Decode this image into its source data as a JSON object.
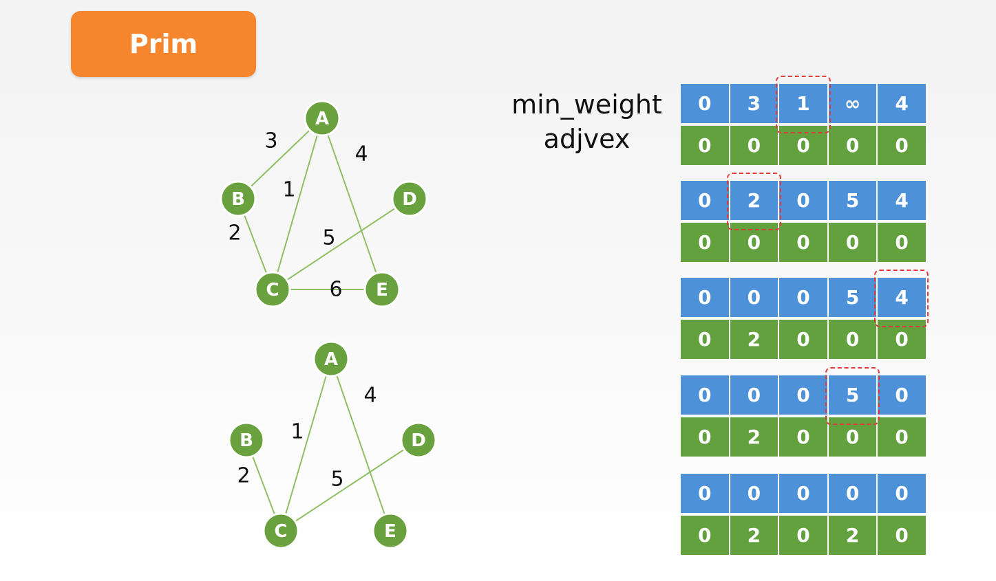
{
  "title": "Prim",
  "row_labels": [
    "min_weight",
    "adjvex"
  ],
  "graph_top": {
    "nodes": [
      {
        "id": "A",
        "label": "A"
      },
      {
        "id": "B",
        "label": "B"
      },
      {
        "id": "C",
        "label": "C"
      },
      {
        "id": "D",
        "label": "D"
      },
      {
        "id": "E",
        "label": "E"
      }
    ],
    "edges": [
      {
        "from": "A",
        "to": "B",
        "weight": "3"
      },
      {
        "from": "A",
        "to": "C",
        "weight": "1"
      },
      {
        "from": "A",
        "to": "E",
        "weight": "4"
      },
      {
        "from": "B",
        "to": "C",
        "weight": "2"
      },
      {
        "from": "C",
        "to": "D",
        "weight": "5"
      },
      {
        "from": "C",
        "to": "E",
        "weight": "6"
      }
    ]
  },
  "graph_bottom": {
    "nodes": [
      {
        "id": "A",
        "label": "A"
      },
      {
        "id": "B",
        "label": "B"
      },
      {
        "id": "C",
        "label": "C"
      },
      {
        "id": "D",
        "label": "D"
      },
      {
        "id": "E",
        "label": "E"
      }
    ],
    "edges": [
      {
        "from": "A",
        "to": "C",
        "weight": "1"
      },
      {
        "from": "A",
        "to": "E",
        "weight": "4"
      },
      {
        "from": "B",
        "to": "C",
        "weight": "2"
      },
      {
        "from": "C",
        "to": "D",
        "weight": "5"
      }
    ]
  },
  "steps": [
    {
      "min_weight": [
        "0",
        "3",
        "1",
        "∞",
        "4"
      ],
      "adjvex": [
        "0",
        "0",
        "0",
        "0",
        "0"
      ],
      "highlight_index": 2
    },
    {
      "min_weight": [
        "0",
        "2",
        "0",
        "5",
        "4"
      ],
      "adjvex": [
        "0",
        "0",
        "0",
        "0",
        "0"
      ],
      "highlight_index": 1
    },
    {
      "min_weight": [
        "0",
        "0",
        "0",
        "5",
        "4"
      ],
      "adjvex": [
        "0",
        "2",
        "0",
        "0",
        "0"
      ],
      "highlight_index": 4
    },
    {
      "min_weight": [
        "0",
        "0",
        "0",
        "5",
        "0"
      ],
      "adjvex": [
        "0",
        "2",
        "0",
        "0",
        "0"
      ],
      "highlight_index": 3
    },
    {
      "min_weight": [
        "0",
        "0",
        "0",
        "0",
        "0"
      ],
      "adjvex": [
        "0",
        "2",
        "0",
        "2",
        "0"
      ],
      "highlight_index": null
    }
  ],
  "colors": {
    "title_bg": "#f5862e",
    "node_fill": "#6aa13f",
    "edge": "#8fbf63",
    "min_weight_cell": "#4d92d8",
    "adjvex_cell": "#62a13d",
    "highlight": "#e23a3a"
  }
}
